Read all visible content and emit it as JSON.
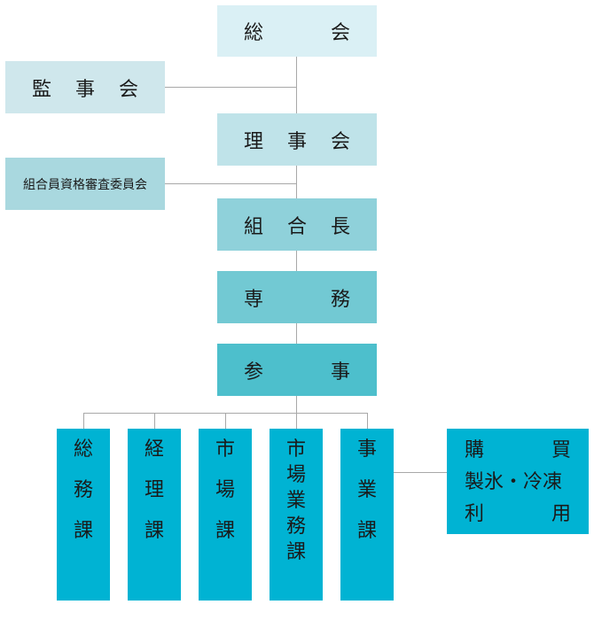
{
  "org": {
    "general_meeting": {
      "chars": [
        "総",
        "会"
      ],
      "color": "#daf0f5"
    },
    "audit_board": {
      "chars": [
        "監",
        "事",
        "会"
      ],
      "color": "#cfe7ec"
    },
    "board": {
      "chars": [
        "理",
        "事",
        "会"
      ],
      "color": "#bfe3e9"
    },
    "committee": {
      "label": "組合員資格審査委員会",
      "color": "#a9d8df"
    },
    "chairman": {
      "chars": [
        "組",
        "合",
        "長"
      ],
      "color": "#8fd1da"
    },
    "director": {
      "chars": [
        "専",
        "務"
      ],
      "color": "#72c9d3"
    },
    "advisor": {
      "chars": [
        "参",
        "事"
      ],
      "color": "#4dbfcc"
    },
    "departments": [
      {
        "chars": [
          "総",
          "務",
          "課"
        ]
      },
      {
        "chars": [
          "経",
          "理",
          "課"
        ]
      },
      {
        "chars": [
          "市",
          "場",
          "課"
        ]
      },
      {
        "chars": [
          "市",
          "場",
          "業",
          "務",
          "課"
        ]
      },
      {
        "chars": [
          "事",
          "業",
          "課"
        ]
      }
    ],
    "dept_color": "#00b3d3",
    "facilities": {
      "row1": [
        "購",
        "買"
      ],
      "row2": "製氷・冷凍",
      "row3": [
        "利",
        "用"
      ]
    }
  }
}
